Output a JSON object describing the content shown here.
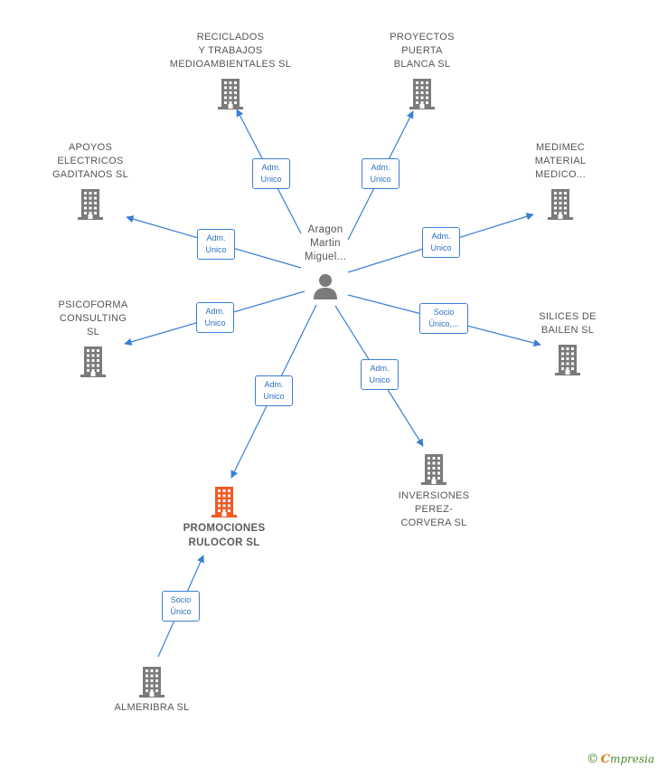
{
  "diagram": {
    "colors": {
      "company": "#7b7b7b",
      "focus": "#f15a24",
      "person": "#7b7b7b",
      "edge": "#3a7fd5"
    },
    "center": {
      "name": "Aragon\nMartin\nMiguel...",
      "icon": "person-icon"
    },
    "companies": [
      {
        "id": "reciclados",
        "name": "RECICLADOS\nY TRABAJOS\nMEDIOAMBIENTALES SL",
        "icon": "building-icon"
      },
      {
        "id": "proyectos",
        "name": "PROYECTOS\nPUERTA\nBLANCA SL",
        "icon": "building-icon"
      },
      {
        "id": "apoyos",
        "name": "APOYOS\nELECTRICOS\nGADITANOS SL",
        "icon": "building-icon"
      },
      {
        "id": "medimec",
        "name": "MEDIMEC\nMATERIAL\nMEDICO...",
        "icon": "building-icon"
      },
      {
        "id": "psicoforma",
        "name": "PSICOFORMA\nCONSULTING\nSL",
        "icon": "building-icon"
      },
      {
        "id": "silices",
        "name": "SILICES DE\nBAILEN SL",
        "icon": "building-icon"
      },
      {
        "id": "inversiones",
        "name": "INVERSIONES\nPEREZ-\nCORVERA SL",
        "icon": "building-icon"
      },
      {
        "id": "promociones",
        "name": "PROMOCIONES\nRULOCOR SL",
        "icon": "building-icon",
        "focus": true
      },
      {
        "id": "almeribra",
        "name": "ALMERIBRA  SL",
        "icon": "building-icon"
      }
    ],
    "edges": [
      {
        "from": "center",
        "to": "reciclados",
        "label": "Adm.\nUnico"
      },
      {
        "from": "center",
        "to": "proyectos",
        "label": "Adm.\nUnico"
      },
      {
        "from": "center",
        "to": "apoyos",
        "label": "Adm.\nUnico"
      },
      {
        "from": "center",
        "to": "medimec",
        "label": "Adm.\nUnico"
      },
      {
        "from": "center",
        "to": "psicoforma",
        "label": "Adm.\nUnico"
      },
      {
        "from": "center",
        "to": "silices",
        "label": "Socio\nÚnico,..."
      },
      {
        "from": "center",
        "to": "inversiones",
        "label": "Adm.\nUnico"
      },
      {
        "from": "center",
        "to": "promociones",
        "label": "Adm.\nUnico"
      },
      {
        "from": "almeribra",
        "to": "promociones",
        "label": "Socio\nÚnico"
      }
    ]
  },
  "footer": {
    "copyright": "©",
    "brand_initial": "C",
    "brand_rest": "mpresia"
  }
}
